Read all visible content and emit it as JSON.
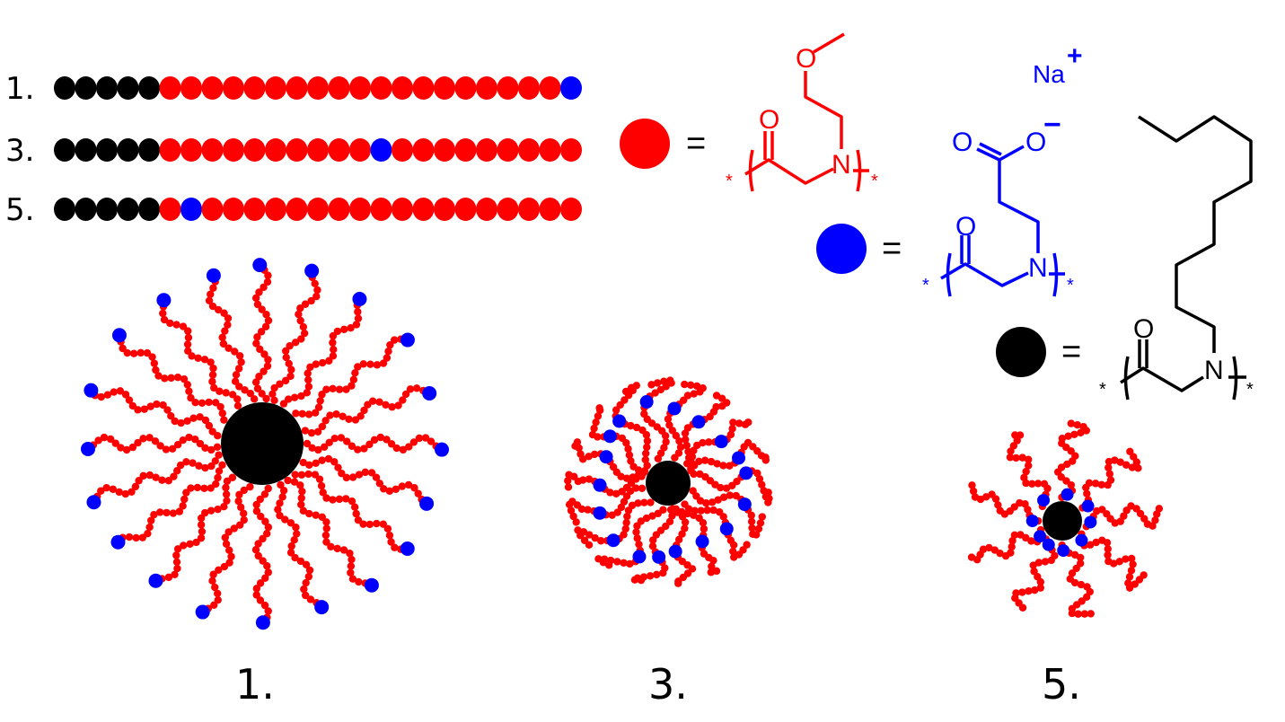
{
  "colors": {
    "hydrophilic": "#ff0000",
    "charged": "#0000ff",
    "hydrophobic": "#000000"
  },
  "sequences": [
    {
      "label": "1.",
      "blocks": [
        "H",
        "H",
        "H",
        "H",
        "H",
        "R",
        "R",
        "R",
        "R",
        "R",
        "R",
        "R",
        "R",
        "R",
        "R",
        "R",
        "R",
        "R",
        "R",
        "R",
        "R",
        "R",
        "R",
        "R",
        "B"
      ]
    },
    {
      "label": "3.",
      "blocks": [
        "H",
        "H",
        "H",
        "H",
        "H",
        "R",
        "R",
        "R",
        "R",
        "R",
        "R",
        "R",
        "R",
        "R",
        "R",
        "B",
        "R",
        "R",
        "R",
        "R",
        "R",
        "R",
        "R",
        "R",
        "R"
      ]
    },
    {
      "label": "5.",
      "blocks": [
        "H",
        "H",
        "H",
        "H",
        "H",
        "R",
        "B",
        "R",
        "R",
        "R",
        "R",
        "R",
        "R",
        "R",
        "R",
        "R",
        "R",
        "R",
        "R",
        "R",
        "R",
        "R",
        "R",
        "R",
        "R"
      ]
    }
  ],
  "legend": {
    "equals": "=",
    "red": {
      "atoms": {
        "o_top": "O",
        "o_carbonyl": "O",
        "n": "N",
        "star_left": "*",
        "star_right": "*"
      }
    },
    "blue": {
      "atoms": {
        "o_left": "O",
        "o_right": "O",
        "minus": "−",
        "na": "Na",
        "plus": "+",
        "o_carbonyl": "O",
        "n": "N",
        "star_left": "*",
        "star_right": "*"
      }
    },
    "black": {
      "atoms": {
        "o_carbonyl": "O",
        "n": "N",
        "star_left": "*",
        "star_right": "*"
      }
    }
  },
  "micelles": [
    {
      "label": "1.",
      "arms": 20
    },
    {
      "label": "3.",
      "arms": 18
    },
    {
      "label": "5.",
      "arms": 9
    }
  ]
}
